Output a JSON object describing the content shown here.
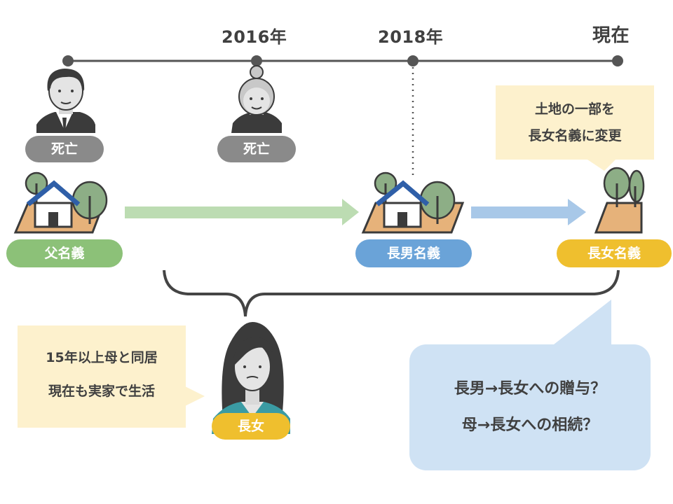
{
  "timeline": {
    "labels": [
      "2016年",
      "2018年",
      "現在"
    ]
  },
  "people": {
    "father_status": "死亡",
    "mother_status": "死亡",
    "daughter_label": "長女"
  },
  "ownership": {
    "father": "父名義",
    "son": "長男名義",
    "daughter": "長女名義"
  },
  "notes": {
    "change_line1": "土地の一部を",
    "change_line2": "長女名義に変更",
    "cohabit_line1": "15年以上母と同居",
    "cohabit_line2": "現在も実家で生活",
    "question_line1": "長男→長女への贈与？",
    "question_line2": "母→長女への相続？"
  },
  "colors": {
    "gray": "#8a8a8a",
    "green": "#8cc178",
    "blue": "#6aa3d8",
    "yellow": "#efbf2e",
    "note_bg": "#fdf1cd",
    "bubble_bg": "#cfe2f4",
    "timeline": "#555555"
  }
}
